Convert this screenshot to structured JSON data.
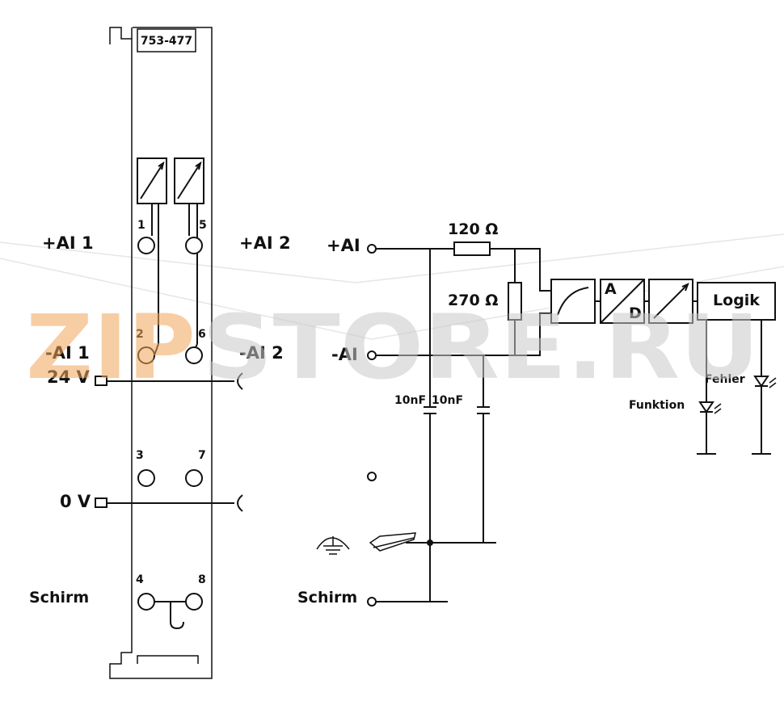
{
  "module": {
    "part_number": "753-477"
  },
  "left": {
    "channels": [
      {
        "name": "+AI 1",
        "terminal": "1"
      },
      {
        "name": "+AI 2",
        "terminal": "5"
      },
      {
        "name": "-AI 1",
        "terminal": "2"
      },
      {
        "name": "-AI 2",
        "terminal": "6"
      }
    ],
    "supply_24v": "24 V",
    "supply_0v": "0 V",
    "terminal_3": "3",
    "terminal_7": "7",
    "terminal_4": "4",
    "terminal_8": "8",
    "shield": "Schirm"
  },
  "right": {
    "plus_ai": "+AI",
    "minus_ai": "-AI",
    "r1": "120 Ω",
    "r2": "270 Ω",
    "c1": "10nF",
    "c2": "10nF",
    "adc_a": "A",
    "adc_d": "D",
    "logic": "Logik",
    "error_led": "Fehler",
    "function_led": "Funktion",
    "shield": "Schirm"
  },
  "watermark": {
    "text": "ZIPSTORE.RU",
    "colors": [
      "#f2a65a",
      "#c9c9c9"
    ]
  }
}
